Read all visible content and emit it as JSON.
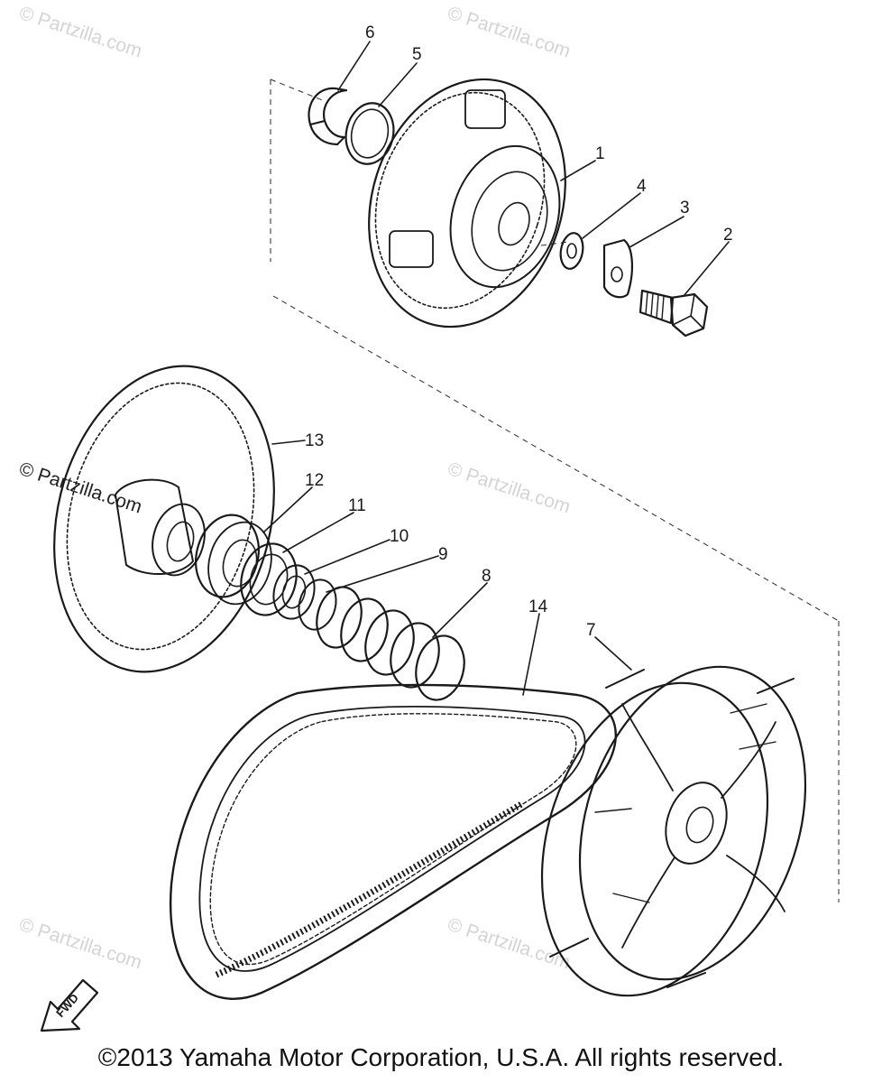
{
  "watermark_text": "© Partzilla.com",
  "copyright": "©2013 Yamaha Motor Corporation, U.S.A. All rights reserved.",
  "fwd_label": "FWD",
  "callouts": {
    "c1": "1",
    "c2": "2",
    "c3": "3",
    "c4": "4",
    "c5": "5",
    "c6": "6",
    "c7": "7",
    "c8": "8",
    "c9": "9",
    "c10": "10",
    "c11": "11",
    "c12": "12",
    "c13": "13",
    "c14": "14"
  },
  "colors": {
    "ink": "#1a1a1a",
    "watermark": "#d4d4d4",
    "background": "#ffffff"
  }
}
